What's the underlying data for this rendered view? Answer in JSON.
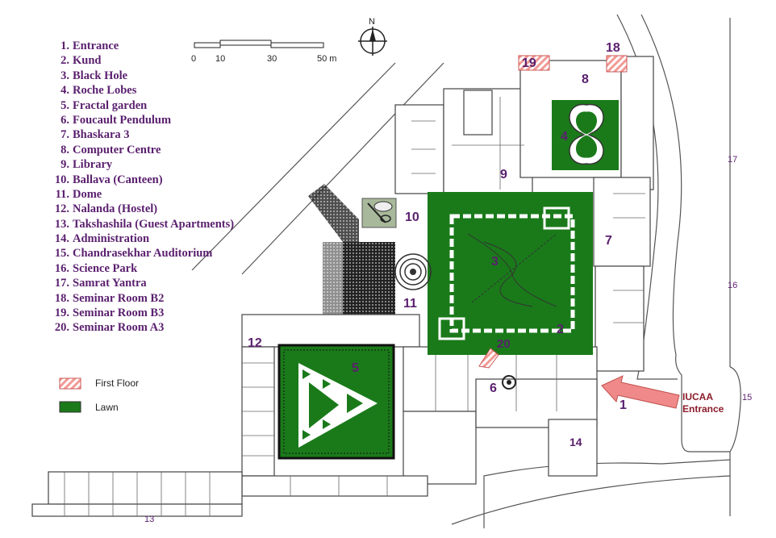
{
  "legend": {
    "items": [
      {
        "num": "1.",
        "label": "Entrance"
      },
      {
        "num": "2.",
        "label": "Kund"
      },
      {
        "num": "3.",
        "label": "Black Hole"
      },
      {
        "num": "4.",
        "label": "Roche  Lobes"
      },
      {
        "num": "5.",
        "label": "Fractal garden"
      },
      {
        "num": "6.",
        "label": "Foucault Pendulum"
      },
      {
        "num": "7.",
        "label": "Bhaskara 3"
      },
      {
        "num": "8.",
        "label": "Computer Centre"
      },
      {
        "num": "9.",
        "label": "Library"
      },
      {
        "num": "10.",
        "label": "Ballava (Canteen)"
      },
      {
        "num": "11.",
        "label": "Dome"
      },
      {
        "num": "12.",
        "label": "Nalanda (Hostel)"
      },
      {
        "num": "13.",
        "label": "Takshashila (Guest Apartments)"
      },
      {
        "num": "14.",
        "label": "Administration"
      },
      {
        "num": "15.",
        "label": "Chandrasekhar Auditorium"
      },
      {
        "num": "16.",
        "label": "Science Park"
      },
      {
        "num": "17.",
        "label": "Samrat Yantra"
      },
      {
        "num": "18.",
        "label": "Seminar Room B2"
      },
      {
        "num": "19.",
        "label": "Seminar Room B3"
      },
      {
        "num": "20.",
        "label": "Seminar Room A3"
      }
    ]
  },
  "key": {
    "first_floor": "First Floor",
    "lawn": "Lawn",
    "first_floor_color": "#f29a96",
    "lawn_color": "#1a7a1a"
  },
  "compass": {
    "label": "N"
  },
  "scale": {
    "ticks": [
      "0",
      "10",
      "30",
      "50 m"
    ]
  },
  "entrance_label": {
    "line1": "IUCAA",
    "line2": "Entrance"
  },
  "map_numbers": {
    "n1": "1",
    "n2": "2",
    "n3": "3",
    "n4": "4",
    "n5": "5",
    "n6": "6",
    "n7": "7",
    "n8": "8",
    "n9": "9",
    "n10": "10",
    "n11": "11",
    "n12": "12",
    "n13": "13",
    "n14": "14",
    "n15": "15",
    "n16": "16",
    "n17": "17",
    "n18": "18",
    "n19": "19",
    "n20": "20"
  },
  "colors": {
    "text": "#5a1f6e",
    "lawn": "#1a7a1a",
    "arrow": "#f08a8a",
    "line": "#555555"
  }
}
